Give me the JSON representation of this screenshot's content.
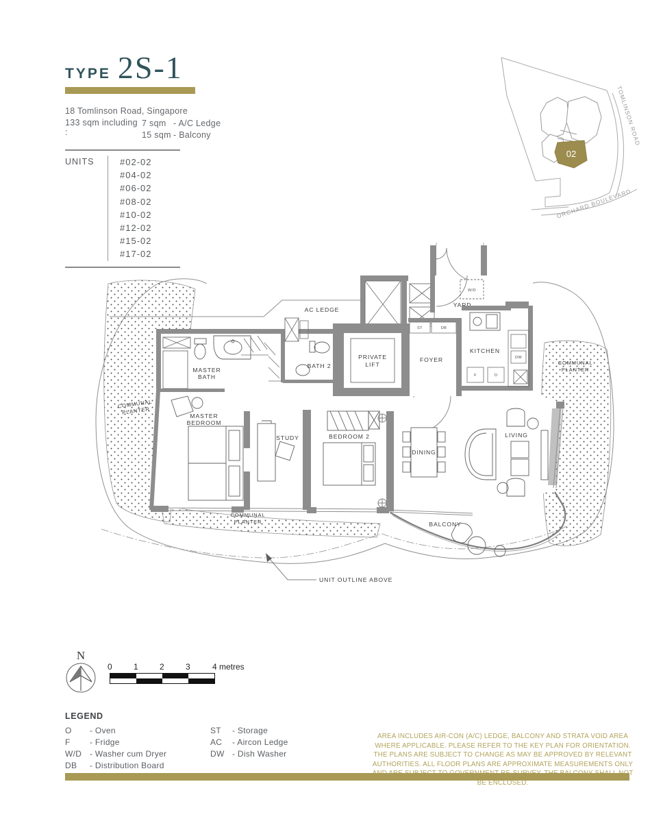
{
  "header": {
    "type_label": "TYPE",
    "type_value": "2S-1",
    "address": "18 Tomlinson Road, Singapore",
    "area_prefix": "133 sqm including :",
    "area_items": [
      {
        "size": "7 sqm",
        "desc": "- A/C Ledge"
      },
      {
        "size": "15 sqm",
        "desc": "- Balcony"
      }
    ]
  },
  "units": {
    "label": "UNITS",
    "list": [
      "#02-02",
      "#04-02",
      "#06-02",
      "#08-02",
      "#10-02",
      "#12-02",
      "#15-02",
      "#17-02"
    ]
  },
  "key_plan": {
    "unit_marker": "02",
    "road1": "TOMLINSON ROAD",
    "road2": "ORCHARD BOULEVARD"
  },
  "floor_plan": {
    "ac_ledge": "AC LEDGE",
    "yard": "YARD",
    "wd": "W/D",
    "st": "ST",
    "db": "DB",
    "lift1": "PRIVATE",
    "lift2": "LIFT",
    "foyer": "FOYER",
    "kitchen": "KITCHEN",
    "dw": "DW",
    "f": "F",
    "o": "O",
    "mbath1": "MASTER",
    "mbath2": "BATH",
    "bath2": "BATH 2",
    "mbr1": "MASTER",
    "mbr2": "BEDROOM",
    "study": "STUDY",
    "br2": "BEDROOM 2",
    "dining": "DINING",
    "living": "LIVING",
    "balcony": "BALCONY",
    "cp1": "COMMUNAL",
    "cp2": "PLANTER",
    "unit_outline": "UNIT OUTLINE ABOVE"
  },
  "compass": {
    "n": "N"
  },
  "scale_bar": {
    "t0": "0",
    "t1": "1",
    "t2": "2",
    "t3": "3",
    "end": "4 metres"
  },
  "legend": {
    "title": "LEGEND",
    "col1": [
      {
        "a": "O",
        "d": "- Oven"
      },
      {
        "a": "F",
        "d": "- Fridge"
      },
      {
        "a": "W/D",
        "d": "- Washer cum Dryer"
      },
      {
        "a": "DB",
        "d": "- Distribution Board"
      }
    ],
    "col2": [
      {
        "a": "ST",
        "d": "- Storage"
      },
      {
        "a": "AC",
        "d": "- Aircon Ledge"
      },
      {
        "a": "DW",
        "d": "- Dish Washer"
      }
    ]
  },
  "disclaimer": "AREA INCLUDES AIR-CON (A/C) LEDGE, BALCONY AND STRATA VOID AREA WHERE APPLICABLE. PLEASE REFER TO THE KEY PLAN FOR ORIENTATION. THE PLANS ARE SUBJECT TO CHANGE AS MAY BE APPROVED BY RELEVANT AUTHORITIES. ALL FLOOR PLANS ARE APPROXIMATE MEASUREMENTS ONLY AND ARE SUBJECT TO GOVERNMENT RE-SURVEY. THE BALCONY SHALL NOT BE ENCLOSED.",
  "colors": {
    "teal": "#30535a",
    "gold": "#a89a54",
    "gold_text": "#b2a35c"
  }
}
